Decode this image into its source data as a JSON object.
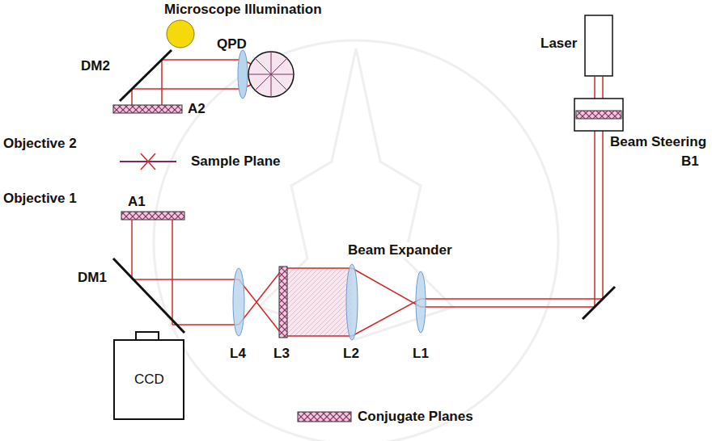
{
  "diagram": {
    "nodes": [
      {
        "text": [
          "Microscope Illumination"
        ]
      },
      {
        "text": [
          "QPD"
        ]
      },
      {
        "text": [
          "Laser"
        ]
      },
      {
        "text": [
          "CCD"
        ]
      }
    ],
    "labels": [
      "DM2",
      "A2",
      "Objective 2",
      "Sample Plane",
      "Objective 1",
      "A1",
      "DM1",
      "Beam Steering",
      "B1",
      "Beam Expander",
      "L4",
      "L3",
      "L2",
      "L1"
    ],
    "legend": [
      {
        "text": "Conjugate Planes"
      }
    ]
  }
}
